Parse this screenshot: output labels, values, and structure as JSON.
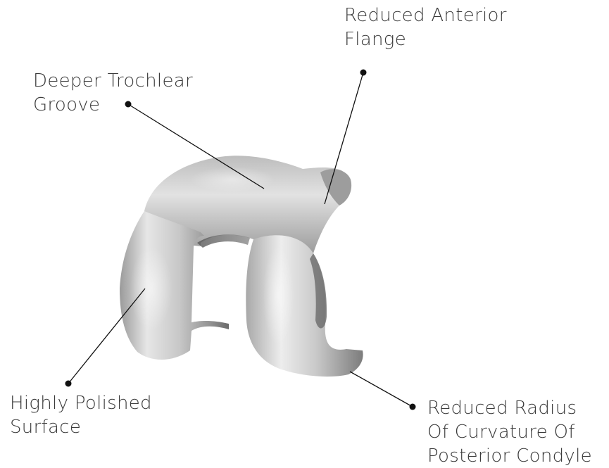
{
  "labels": {
    "reduced_anterior_flange": [
      "Reduced Anterior",
      "Flange"
    ],
    "deeper_trochlear_groove": [
      "Deeper Trochlear",
      "Groove"
    ],
    "highly_polished_surface": [
      "Highly Polished",
      "Surface"
    ],
    "reduced_radius": [
      "Reduced Radius",
      "Of Curvature Of",
      "Posterior Condyle"
    ]
  },
  "colors": {
    "text": "#3a3a3a",
    "leader": "#111111",
    "metal_light": "#ebebeb",
    "metal_mid": "#b4b4b4",
    "metal_dark": "#6f6f6f"
  },
  "image": {
    "subject": "femoral-component-knee-implant"
  }
}
